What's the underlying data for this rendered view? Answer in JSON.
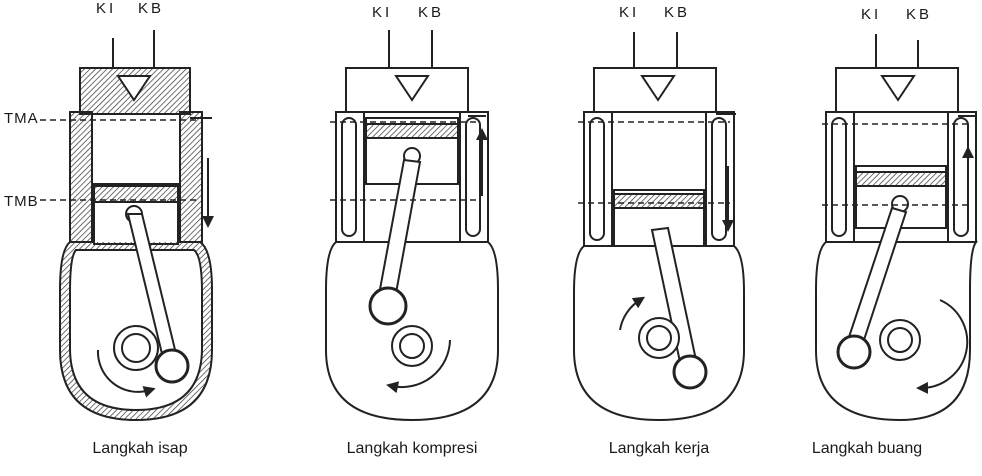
{
  "diagram": {
    "valve_labels": {
      "intake": "KI",
      "exhaust": "KB"
    },
    "side_labels": {
      "top_dead_center": "TMA",
      "bottom_dead_center": "TMB"
    },
    "strokes": [
      {
        "caption": "Langkah isap",
        "piston": "down"
      },
      {
        "caption": "Langkah kompresi",
        "piston": "up"
      },
      {
        "caption": "Langkah kerja",
        "piston": "down"
      },
      {
        "caption": "Langkah buang",
        "piston": "up"
      }
    ]
  }
}
